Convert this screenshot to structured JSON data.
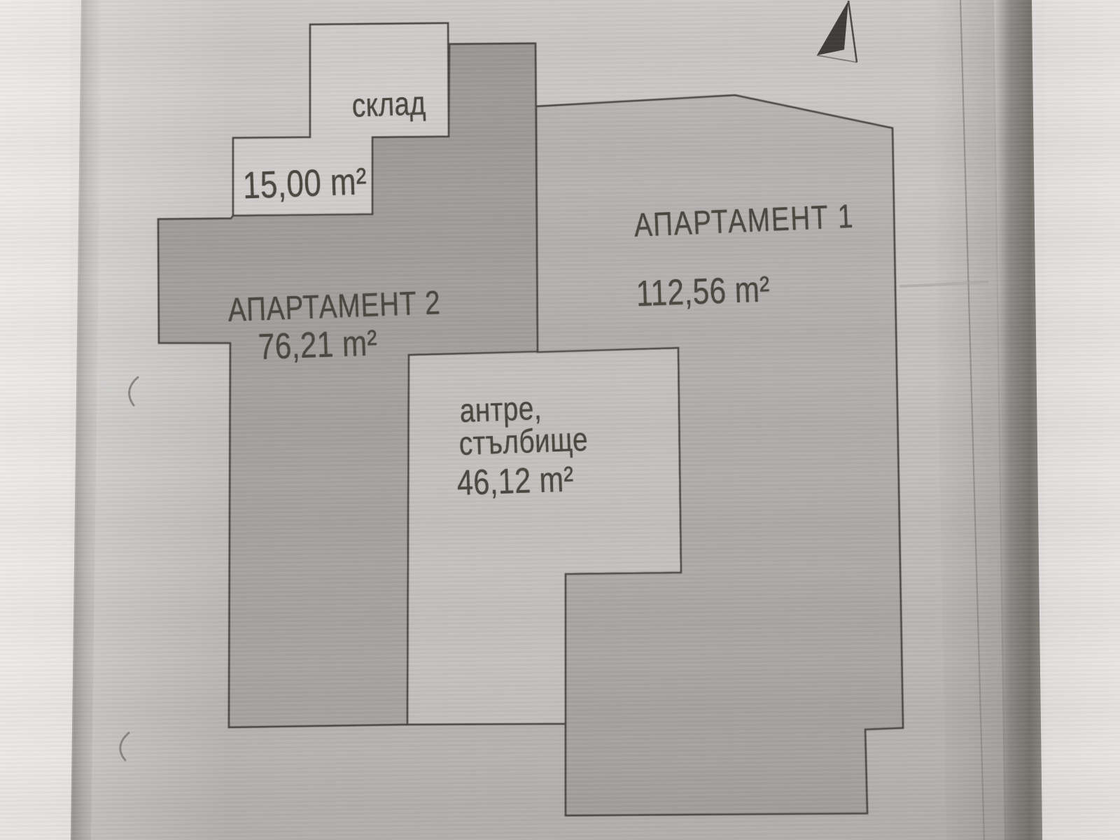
{
  "document": {
    "description": "Scanned architectural floor plan photocopy with Bulgarian room labels"
  },
  "rooms": [
    {
      "id": "sklad",
      "label": "склад",
      "area_label": "15,00 m²"
    },
    {
      "id": "apartment-2",
      "label": "АПАРТАМЕНТ 2",
      "area_label": "76,21 m²"
    },
    {
      "id": "apartment-1",
      "label": "АПАРТАМЕНТ 1",
      "area_label": "112,56 m²"
    },
    {
      "id": "antre-stalbishte",
      "label_line1": "антре,",
      "label_line2": "стълбище",
      "area_label": "46,12 m²"
    }
  ],
  "icons": {
    "north_arrow": "north-arrow"
  },
  "colors": {
    "paper": "#c6c4c2",
    "backdrop": "#e8e6e4",
    "room_dark_fill": "#a3a09e",
    "room_medium_fill": "#b1aeac",
    "room_light_fill": "#d2d0ce",
    "antre_fill": "#c5c2c0",
    "plan_line": "#44413e",
    "text": "#49463f",
    "page_edge_shadow": "#7d7a78"
  }
}
